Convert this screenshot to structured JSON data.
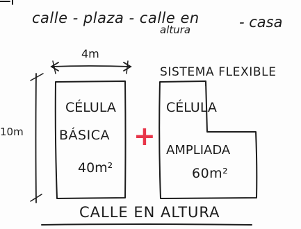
{
  "colors": {
    "ink": "#1c1c1c",
    "accent": "#e8364a",
    "paper": "#fdfdfd"
  },
  "header": {
    "line1": "calle - plaza - calle en",
    "line2": "altura",
    "tail": "- casa"
  },
  "dimensions": {
    "width": "4m",
    "height": "10m"
  },
  "flexible_system": {
    "title": "SISTEMA FLEXIBLE"
  },
  "basic_cell": {
    "line1": "CÉLULA",
    "line2": "BÁSICA",
    "area": "40m²"
  },
  "plus": "+",
  "extended_cell": {
    "line1": "CÉLULA",
    "line2": "AMPLIADA",
    "area": "60m²"
  },
  "footer": {
    "label": "CALLE EN ALTURA"
  }
}
